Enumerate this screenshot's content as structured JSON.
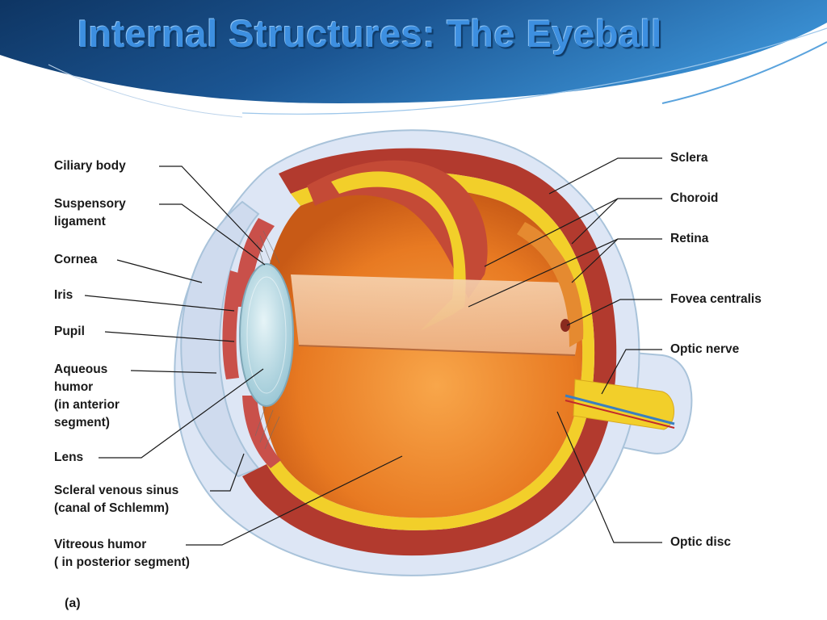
{
  "slide": {
    "title": "Internal Structures: The Eyeball",
    "panel_tag": "(a)"
  },
  "labels_left": [
    {
      "key": "ciliary-body",
      "lines": [
        "Ciliary body"
      ]
    },
    {
      "key": "suspensory-ligament",
      "lines": [
        "Suspensory",
        "ligament"
      ]
    },
    {
      "key": "cornea",
      "lines": [
        "Cornea"
      ]
    },
    {
      "key": "iris",
      "lines": [
        "Iris"
      ]
    },
    {
      "key": "pupil",
      "lines": [
        "Pupil"
      ]
    },
    {
      "key": "aqueous-humor",
      "lines": [
        "Aqueous",
        "humor",
        "(in anterior",
        "segment)"
      ]
    },
    {
      "key": "lens",
      "lines": [
        "Lens"
      ]
    },
    {
      "key": "scleral-venous-sinus",
      "lines": [
        "Scleral venous sinus",
        "(canal of Schlemm)"
      ]
    },
    {
      "key": "vitreous-humor",
      "lines": [
        "Vitreous humor",
        "( in posterior segment)"
      ]
    }
  ],
  "labels_right": [
    {
      "key": "sclera",
      "lines": [
        "Sclera"
      ]
    },
    {
      "key": "choroid",
      "lines": [
        "Choroid"
      ]
    },
    {
      "key": "retina",
      "lines": [
        "Retina"
      ]
    },
    {
      "key": "fovea-centralis",
      "lines": [
        "Fovea centralis"
      ]
    },
    {
      "key": "optic-nerve",
      "lines": [
        "Optic nerve"
      ]
    },
    {
      "key": "optic-disc",
      "lines": [
        "Optic disc"
      ]
    }
  ],
  "colors": {
    "header_dark": "#123e6e",
    "header_light": "#2f86cf",
    "title_text": "#3d8fe0",
    "sclera_fill": "#dde6f5",
    "choroid": "#b23a2e",
    "retina": "#f2cf2a",
    "vitreous": "#f08a2c",
    "lens": "#b9dde6"
  }
}
